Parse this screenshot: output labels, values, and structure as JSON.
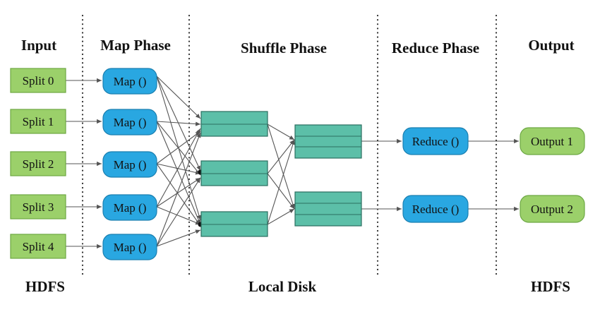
{
  "headers": {
    "input": "Input",
    "map": "Map Phase",
    "shuffle": "Shuffle Phase",
    "reduce": "Reduce Phase",
    "output": "Output"
  },
  "footers": {
    "left": "HDFS",
    "middle": "Local Disk",
    "right": "HDFS"
  },
  "splits": [
    "Split 0",
    "Split 1",
    "Split 2",
    "Split 3",
    "Split 4"
  ],
  "maps": [
    "Map ()",
    "Map ()",
    "Map ()",
    "Map ()",
    "Map ()"
  ],
  "reduces": [
    "Reduce ()",
    "Reduce ()"
  ],
  "outputs": [
    "Output 1",
    "Output 2"
  ],
  "colors": {
    "input_fill": "#9bd06a",
    "input_stroke": "#6da844",
    "map_fill": "#29a7e1",
    "map_stroke": "#1b7fb0",
    "buffer_fill": "#5cbfa8",
    "buffer_stroke": "#2b6f60",
    "output_fill": "#9bd06a",
    "output_stroke": "#6da844"
  }
}
